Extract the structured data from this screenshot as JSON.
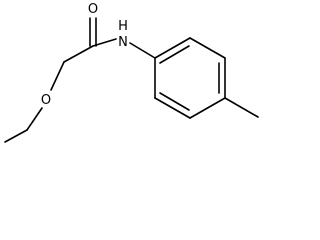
{
  "structure": {
    "labels": {
      "carbonyl_oxygen": "O",
      "amide_nitrogen": "N",
      "amide_hydrogen": "H",
      "ether_oxygen": "O"
    }
  }
}
